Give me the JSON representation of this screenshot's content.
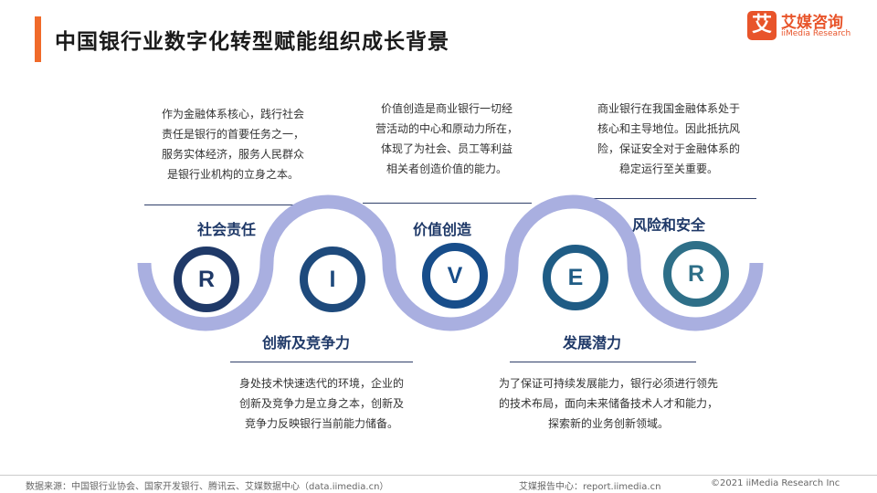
{
  "header": {
    "title": "中国银行业数字化转型赋能组织成长背景"
  },
  "logo": {
    "mark": "艾",
    "cn": "艾媒咨询",
    "en": "iiMedia Research"
  },
  "items": [
    {
      "letter": "R",
      "label": "社会责任",
      "color": "#1f3968",
      "desc": [
        "作为金融体系核心，践行社会",
        "责任是银行的首要任务之一，",
        "服务实体经济，服务人民群众",
        "是银行业机构的立身之本。"
      ]
    },
    {
      "letter": "I",
      "label": "创新及竞争力",
      "color": "#1e4a7c",
      "desc": [
        "身处技术快速迭代的环境，企业的",
        "创新及竞争力是立身之本，创新及",
        "竞争力反映银行当前能力储备。"
      ]
    },
    {
      "letter": "V",
      "label": "价值创造",
      "color": "#174d8a",
      "desc": [
        "价值创造是商业银行一切经",
        "营活动的中心和原动力所在，",
        "体现了为社会、员工等利益",
        "相关者创造价值的能力。"
      ]
    },
    {
      "letter": "E",
      "label": "发展潜力",
      "color": "#1f5c85",
      "desc": [
        "为了保证可持续发展能力，银行必须进行领先",
        "的技术布局，面向未来储备技术人才和能力，",
        "探索新的业务创新领域。"
      ]
    },
    {
      "letter": "R",
      "label": "风险和安全",
      "color": "#2e6f88",
      "desc": [
        "商业银行在我国金融体系处于",
        "核心和主导地位。因此抵抗风",
        "险，保证安全对于金融体系的",
        "稳定运行至关重要。"
      ]
    }
  ],
  "footer": {
    "source": "数据来源：中国银行业协会、国家开发银行、腾讯云、艾媒数据中心（data.iimedia.cn）",
    "center": "艾媒报告中心：report.iimedia.cn",
    "right": "©2021  iiMedia Research  Inc"
  }
}
